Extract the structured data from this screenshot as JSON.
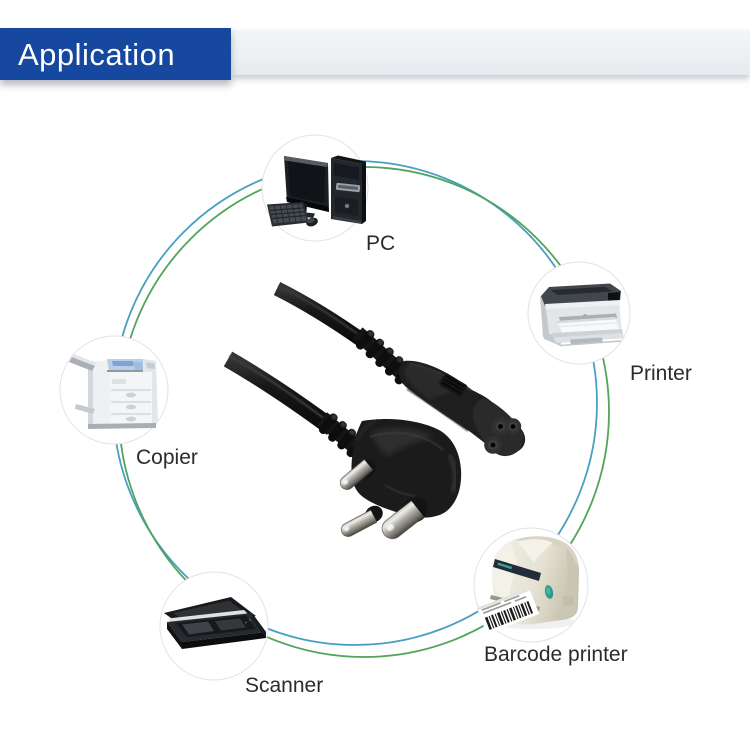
{
  "banner": {
    "title": "Application",
    "background_color": "#15489e",
    "band_color": "#eef0f3",
    "text_color": "#ffffff"
  },
  "ring": {
    "teal_circle_color": "#47a0c1",
    "green_circle_color": "#52a35c"
  },
  "devices": [
    {
      "id": "pc",
      "label": "PC",
      "icon": "desktop-computer-icon"
    },
    {
      "id": "printer",
      "label": "Printer",
      "icon": "laser-printer-icon"
    },
    {
      "id": "copier",
      "label": "Copier",
      "icon": "office-copier-icon"
    },
    {
      "id": "scanner",
      "label": "Scanner",
      "icon": "flatbed-scanner-icon"
    },
    {
      "id": "barcode-printer",
      "label": "Barcode printer",
      "icon": "barcode-printer-icon"
    }
  ],
  "product": {
    "icon": "power-cord-plug-icon"
  }
}
